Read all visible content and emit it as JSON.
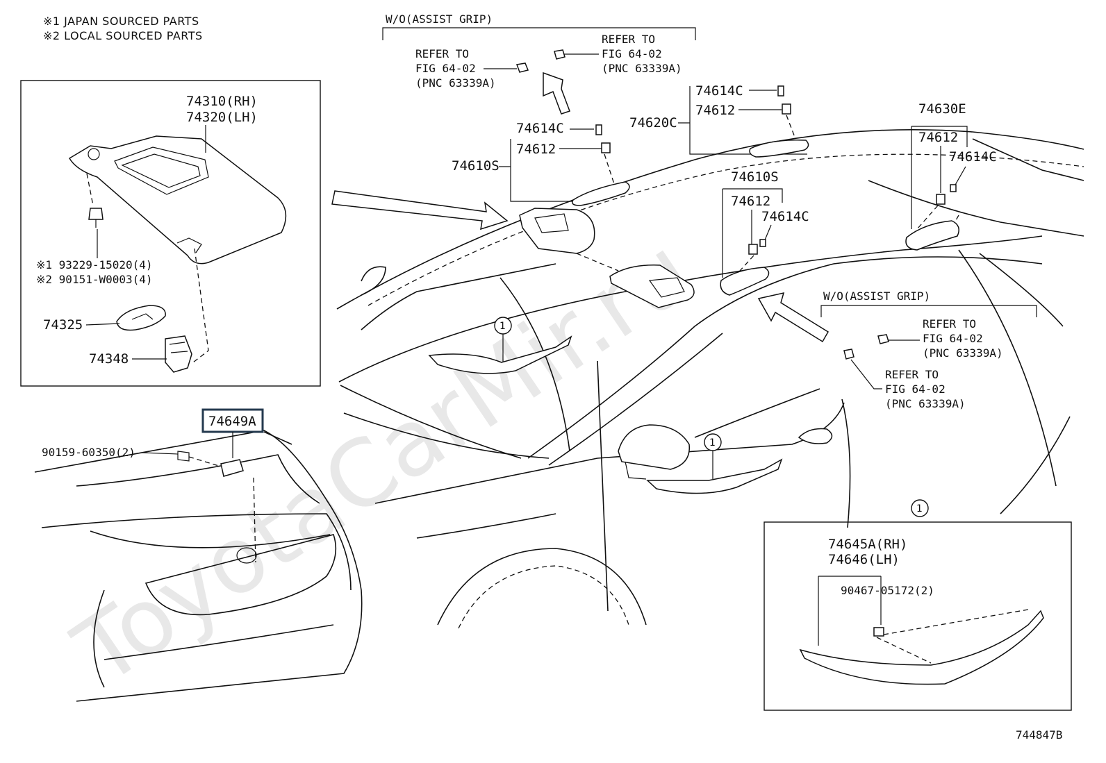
{
  "notes": {
    "japan_sourced": "※1 JAPAN SOURCED PARTS",
    "local_sourced": "※2 LOCAL SOURCED PARTS"
  },
  "watermark": "ToyotaCarMir.ru",
  "drawing_number": "744847B",
  "sections": {
    "wo_assist_grip_top": "W/O(ASSIST GRIP)",
    "wo_assist_grip_right": "W/O(ASSIST GRIP)"
  },
  "references": {
    "refer_to": "REFER TO",
    "fig": "FIG 64-02",
    "pnc": "(PNC 63339A)"
  },
  "callout_number": "1",
  "parts": {
    "visor_rh": "74310(RH)",
    "visor_lh": "74320(LH)",
    "screw_jp": "※1 93229-15020(4)",
    "screw_local": "※2 90151-W0003(4)",
    "holder_74325": "74325",
    "holder_74348": "74348",
    "grip_74649a": "74649A",
    "screw_90159": "90159-60350(2)",
    "grip_assy_74610s_a": "74610S",
    "grip_assy_74610s_b": "74610S",
    "grip_74620c": "74620C",
    "grip_74630e": "74630E",
    "cap_74614c_a": "74614C",
    "cap_74614c_b": "74614C",
    "cap_74614c_c": "74614C",
    "cap_74614c_d": "74614C",
    "clip_74612_a": "74612",
    "clip_74612_b": "74612",
    "clip_74612_c": "74612",
    "clip_74612_d": "74612",
    "handle_rh": "74645A(RH)",
    "handle_lh": "74646(LH)",
    "screw_90467": "90467-05172(2)"
  }
}
